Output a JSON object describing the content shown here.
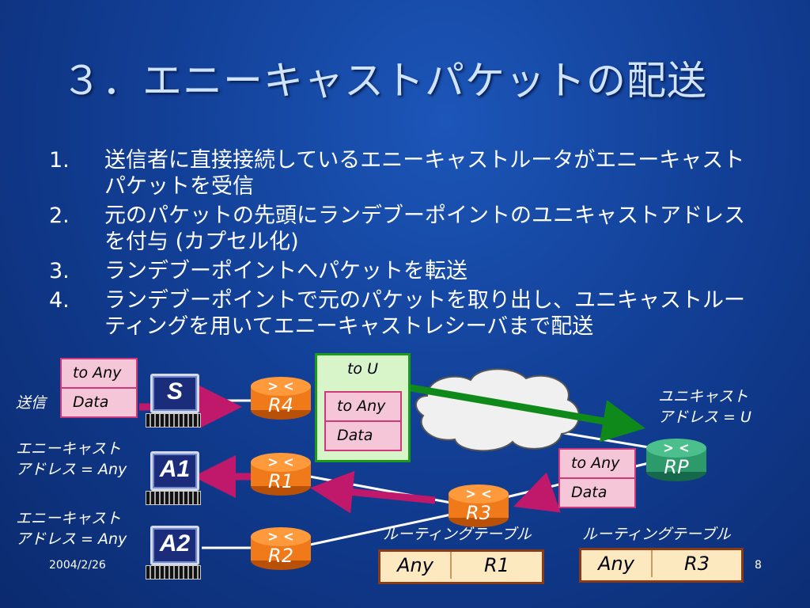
{
  "title": "３．エニーキャストパケットの配送",
  "steps": [
    {
      "num": "1.",
      "text": "送信者に直接接続しているエニーキャストルータがエニーキャストパケットを受信"
    },
    {
      "num": "2.",
      "text": "元のパケットの先頭にランデブーポイントのユニキャストアドレスを付与 (カプセル化)"
    },
    {
      "num": "3.",
      "text": "ランデブーポイントへパケットを転送"
    },
    {
      "num": "4.",
      "text": "ランデブーポイントで元のパケットを取り出し、ユニキャストルーティングを用いてエニーキャストレシーバまで配送"
    }
  ],
  "diagram": {
    "sender_label": "送信",
    "anycast_label_1": "エニーキャスト",
    "anycast_label_2": "アドレス = Any",
    "unicast_label_1": "ユニキャスト",
    "unicast_label_2": "アドレス = U",
    "packet": {
      "header": "to Any",
      "data": "Data"
    },
    "encap_header": "to U",
    "hosts": {
      "sender": "S",
      "receiver1": "A1",
      "receiver2": "A2"
    },
    "routers": {
      "r4": "R4",
      "r1": "R1",
      "r2": "R2",
      "r3": "R3",
      "rp": "RP"
    },
    "routing_table_label": "ルーティングテーブル",
    "table_r3": {
      "dest": "Any",
      "next": "R1"
    },
    "table_rp": {
      "dest": "Any",
      "next": "R3"
    }
  },
  "footer": {
    "date": "2004/2/26",
    "page": "8"
  },
  "colors": {
    "background": "#123f96",
    "router_orange": "#f07a1a",
    "router_green": "#2c9a6a",
    "packet_pink": "#f4c6d8",
    "arrow_magenta": "#c0186a",
    "arrow_green": "#0f8a1a"
  }
}
